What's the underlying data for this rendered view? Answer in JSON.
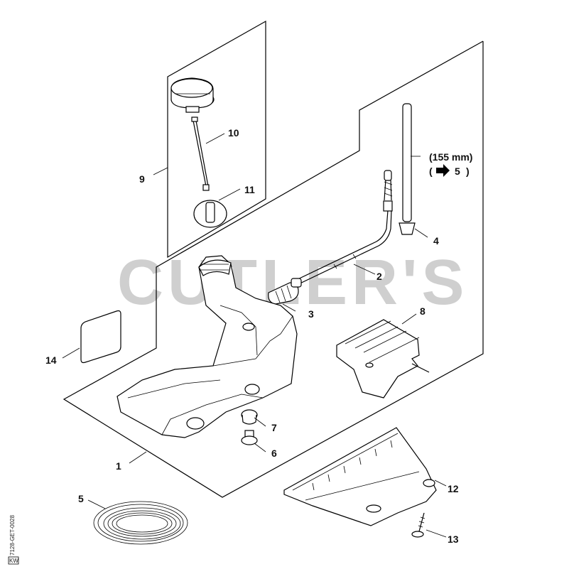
{
  "watermark": "CUTLER'S",
  "callouts": {
    "c1": "1",
    "c2": "2",
    "c3": "3",
    "c4": "4",
    "c5": "5",
    "c6": "6",
    "c7": "7",
    "c8": "8",
    "c9": "9",
    "c10": "10",
    "c11": "11",
    "c12": "12",
    "c13": "13",
    "c14": "14"
  },
  "note": {
    "length": "(155 mm)",
    "open_paren": "(",
    "ref": "5",
    "close_paren": ")"
  },
  "drawing_code": "7128-GET-0028",
  "corner_mark": "KW"
}
